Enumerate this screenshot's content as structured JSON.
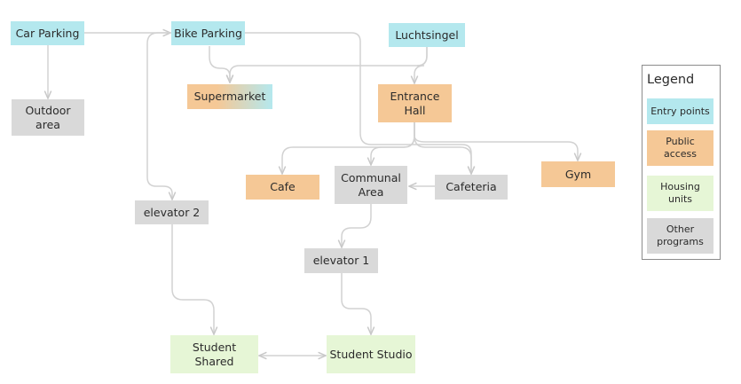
{
  "colors": {
    "entry": "#b4e8ee",
    "public": "#f5c896",
    "housing": "#e6f6d6",
    "other": "#d9d9d9",
    "edge": "#d2d2d2"
  },
  "nodes": {
    "car_parking": "Car Parking",
    "bike_parking": "Bike Parking",
    "luchtsingel": "Luchtsingel",
    "outdoor_area": "Outdoor\narea",
    "supermarket": "Supermarket",
    "entrance_hall": "Entrance\nHall",
    "cafe": "Cafe",
    "communal_area": "Communal\nArea",
    "cafeteria": "Cafeteria",
    "gym": "Gym",
    "elevator_2": "elevator 2",
    "elevator_1": "elevator 1",
    "student_shared": "Student\nShared",
    "student_studio": "Student Studio"
  },
  "legend": {
    "title": "Legend",
    "items": [
      {
        "label": "Entry points",
        "category": "entry"
      },
      {
        "label": "Public\naccess",
        "category": "public"
      },
      {
        "label": "Housing\nunits",
        "category": "housing"
      },
      {
        "label": "Other\nprograms",
        "category": "other"
      }
    ]
  }
}
